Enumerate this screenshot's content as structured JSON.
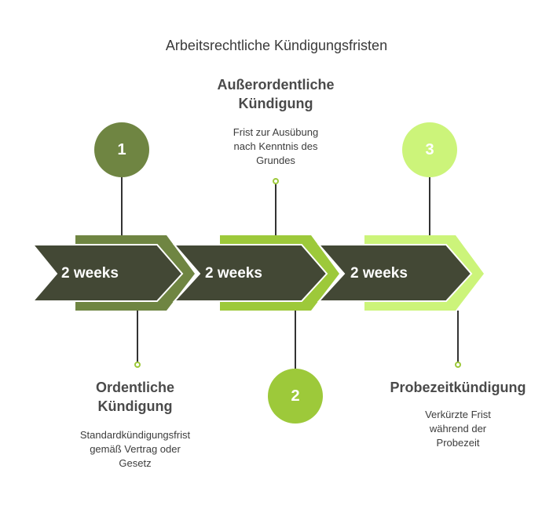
{
  "title": "Arbeitsrechtliche Kündigungsfristen",
  "colors": {
    "dark": "#434835",
    "olive": "#6f8542",
    "lime": "#9dc93a",
    "light_lime": "#ccf47a",
    "connector": "#333333"
  },
  "steps": [
    {
      "number": "1",
      "duration": "2 weeks",
      "heading_line1": "Ordentliche",
      "heading_line2": "Kündigung",
      "desc_line1": "Standardkündigungsfrist",
      "desc_line2": "gemäß Vertrag oder",
      "desc_line3": "Gesetz"
    },
    {
      "number": "2",
      "duration": "2 weeks",
      "heading_line1": "Außerordentliche",
      "heading_line2": "Kündigung",
      "desc_line1": "Frist zur Ausübung",
      "desc_line2": "nach Kenntnis des",
      "desc_line3": "Grundes"
    },
    {
      "number": "3",
      "duration": "2 weeks",
      "heading_line1": "Probezeitkündigung",
      "heading_line2": "",
      "desc_line1": "Verkürzte Frist",
      "desc_line2": "während der",
      "desc_line3": "Probezeit"
    }
  ]
}
